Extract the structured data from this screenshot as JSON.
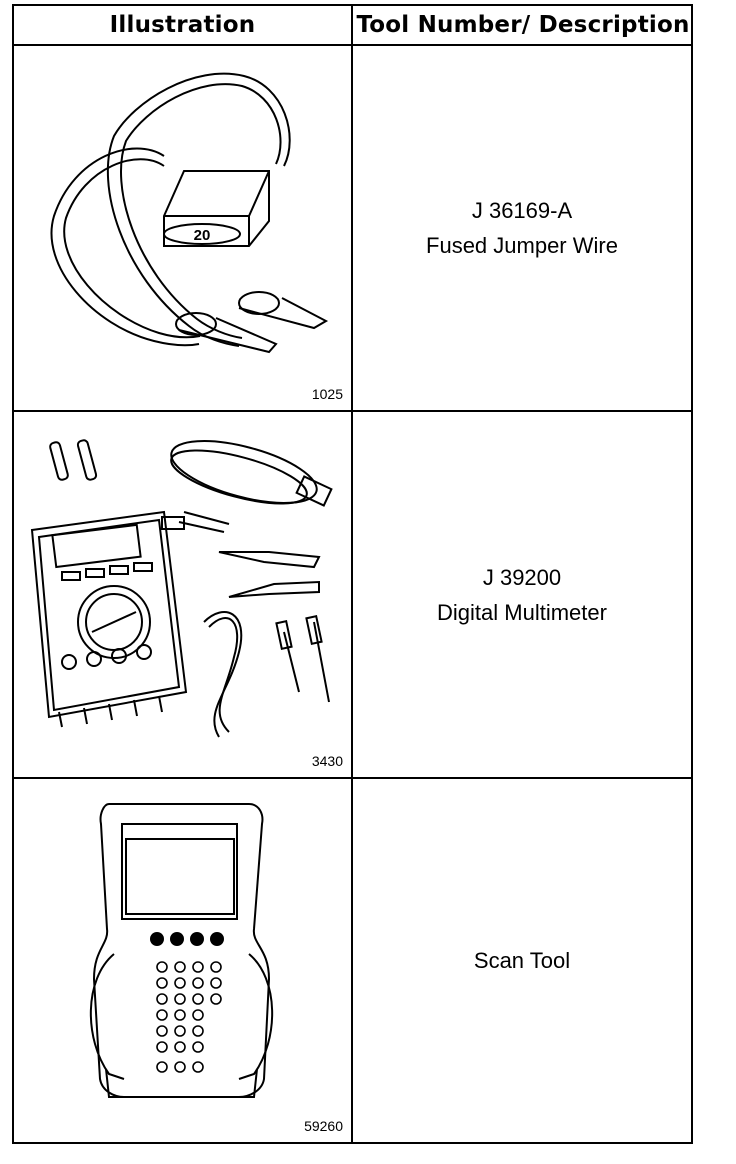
{
  "header": {
    "illustration_label": "Illustration",
    "description_label": "Tool Number/ Description"
  },
  "rows": [
    {
      "figure_number": "1025",
      "fuse_rating": "20",
      "tool_number": "J 36169-A",
      "description": "Fused Jumper Wire",
      "icon": "fused-jumper-wire-drawing"
    },
    {
      "figure_number": "3430",
      "tool_number": "J 39200",
      "description": "Digital Multimeter",
      "icon": "digital-multimeter-kit-drawing"
    },
    {
      "figure_number": "59260",
      "tool_number": "",
      "description": "Scan Tool",
      "icon": "scan-tool-drawing"
    }
  ]
}
